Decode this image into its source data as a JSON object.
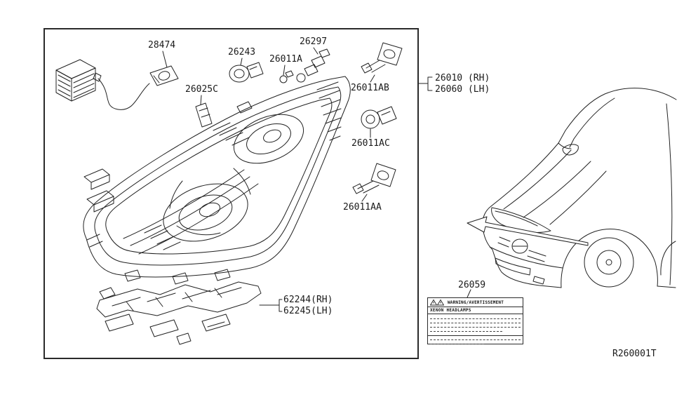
{
  "page": {
    "ref_code": "R260001T"
  },
  "parts": {
    "p28474": "28474",
    "p26243": "26243",
    "p26297": "26297",
    "p26011A": "26011A",
    "p26025C": "26025C",
    "p26011AB": "26011AB",
    "p26010_rh": "26010 (RH)",
    "p26060_lh": "26060 (LH)",
    "p26011AC": "26011AC",
    "p26011AA": "26011AA",
    "p62244_rh": "62244(RH)",
    "p62245_lh": "62245(LH)",
    "p26059": "26059"
  },
  "warning_label": {
    "title": "WARNING/AVERTISSEMENT",
    "subtitle": "XENON HEADLAMPS"
  }
}
